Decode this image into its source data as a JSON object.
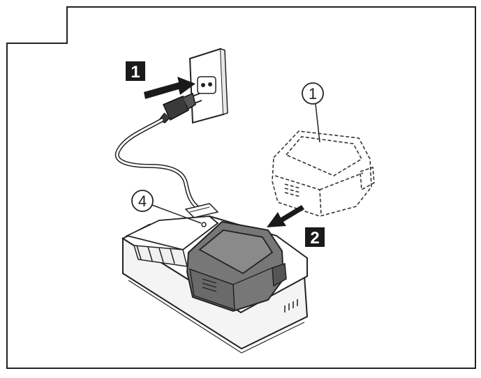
{
  "diagram": {
    "steps": [
      {
        "id": "1",
        "label": "1"
      },
      {
        "id": "2",
        "label": "2"
      }
    ],
    "callouts": [
      {
        "id": "1",
        "label": "1"
      },
      {
        "id": "4",
        "label": "4"
      }
    ],
    "colors": {
      "line": "#222222",
      "step_box": "#1a1a1a",
      "battery_fill": "#777777",
      "battery_top": "#8a8a8a",
      "background": "#ffffff"
    },
    "icons": [
      "wall-outlet-icon",
      "power-plug-icon",
      "charger-icon",
      "battery-pack-icon"
    ]
  }
}
